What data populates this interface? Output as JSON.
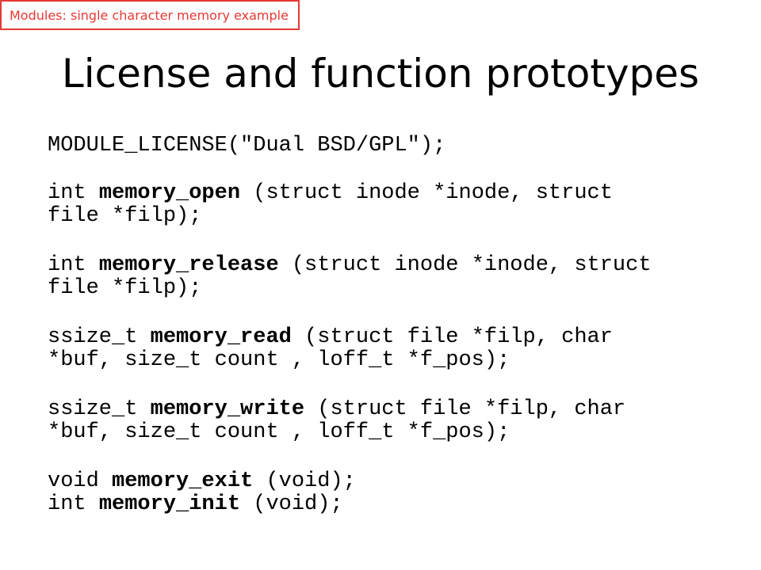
{
  "header_tag": "Modules: single character memory example",
  "title": "License and function prototypes",
  "code": {
    "license_line": "MODULE_LICENSE(\"Dual BSD/GPL\");",
    "open": {
      "pre": "int ",
      "name": "memory_open",
      "post": " (struct inode *inode, struct",
      "cont": "file *filp);"
    },
    "release": {
      "pre": "int ",
      "name": "memory_release",
      "post": " (struct inode *inode, struct",
      "cont": "file *filp);"
    },
    "read": {
      "pre": "ssize_t ",
      "name": "memory_read",
      "post": " (struct file *filp, char",
      "cont": "*buf, size_t count , loff_t *f_pos);"
    },
    "write": {
      "pre": "ssize_t ",
      "name": "memory_write",
      "post": " (struct file *filp, char",
      "cont": "*buf, size_t count , loff_t *f_pos);"
    },
    "exit": {
      "pre": "void ",
      "name": "memory_exit",
      "post": " (void);"
    },
    "init": {
      "pre": "int ",
      "name": "memory_init",
      "post": " (void);"
    }
  }
}
